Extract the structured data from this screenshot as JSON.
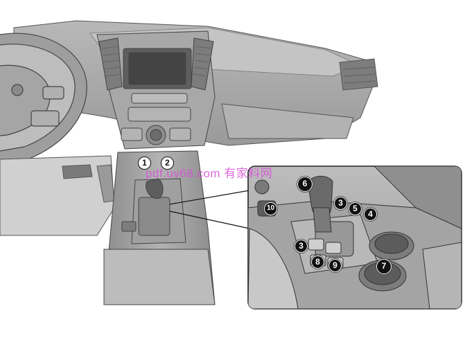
{
  "watermark": {
    "text": "pdf.uv68.com 有家料网"
  },
  "callouts": {
    "c1": "1",
    "c2": "2",
    "c3a": "3",
    "c3b": "3",
    "c4": "4",
    "c5": "5",
    "c6": "6",
    "c7": "7",
    "c8": "8",
    "c9": "9",
    "c10": "10"
  },
  "colors": {
    "dash_dark": "#8a8a8a",
    "dash_mid": "#a9a9a9",
    "dash_light": "#c9c9c9",
    "watermark": "#d94fd9"
  }
}
